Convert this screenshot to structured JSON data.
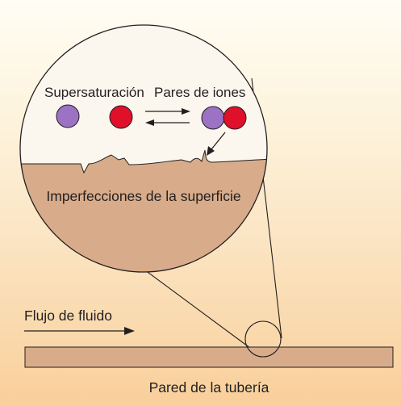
{
  "labels": {
    "supersaturation": "Supersaturación",
    "ion_pairs": "Pares de iones",
    "surface_imperfections": "Imperfecciones de la superficie",
    "fluid_flow": "Flujo de fluido",
    "pipe_wall": "Pared de la tubería"
  },
  "colors": {
    "background_top": "#fffdf4",
    "background_bottom": "#f9cf9a",
    "magnifier_fill": "#fbf6ee",
    "surface_fill": "#d8ac8a",
    "pipe_fill": "#d8ac8a",
    "ion_purple": "#9b72c4",
    "ion_red": "#e0102a",
    "stroke": "#231f20"
  }
}
